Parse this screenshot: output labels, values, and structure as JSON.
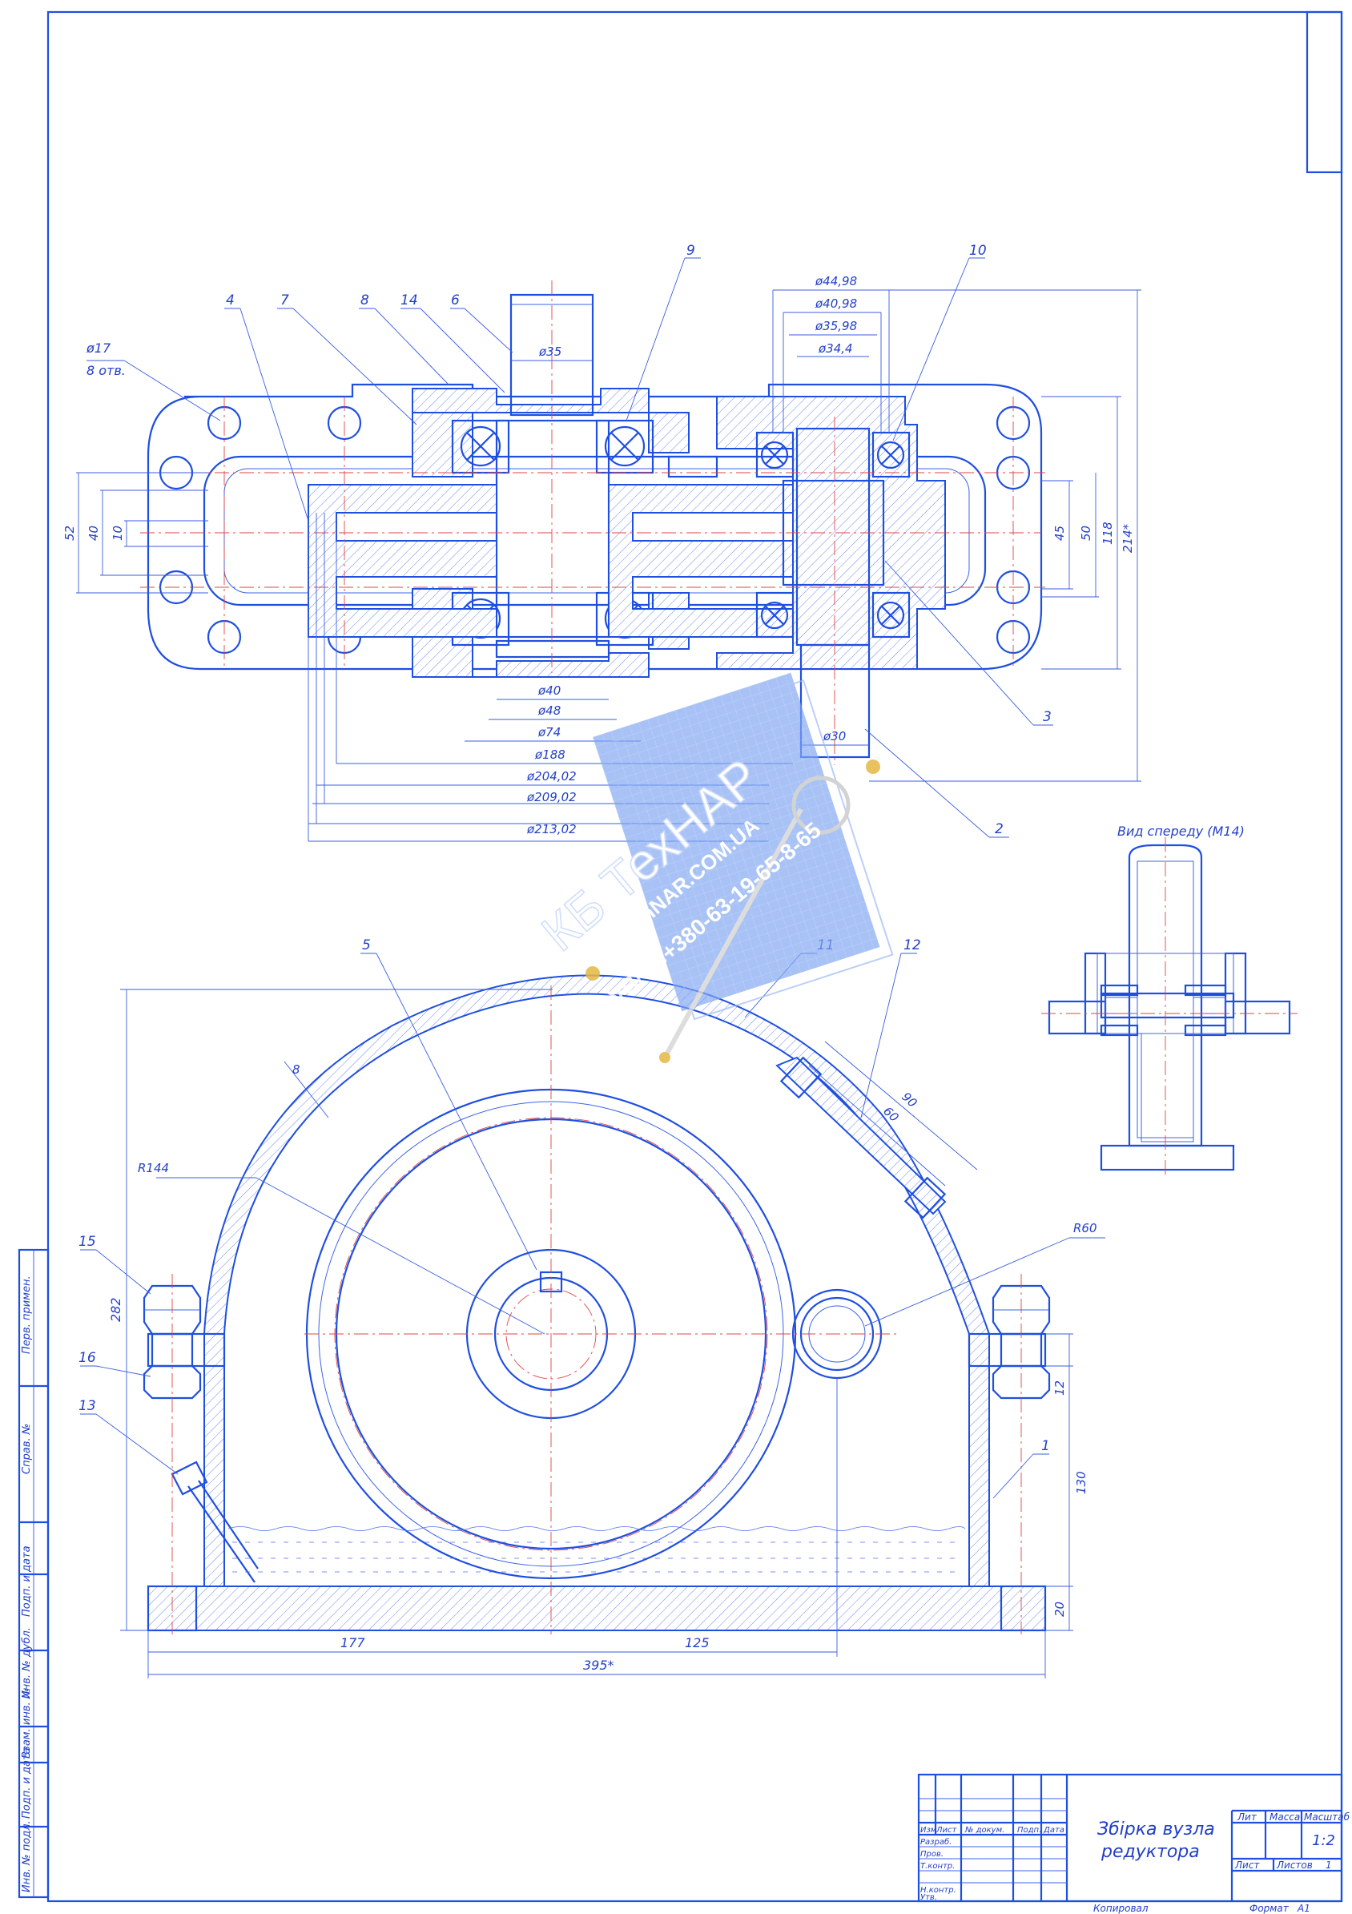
{
  "title_block": {
    "title_line1": "Збірка вузла",
    "title_line2": "редуктора",
    "scale": "1:2",
    "sheet_number": "1",
    "headers": {
      "lit": "Лит",
      "mass": "Масса",
      "scale": "Масштаб",
      "sheet": "Лист",
      "sheets": "Листов"
    },
    "signature_rows": [
      "Изм",
      "Лист",
      "№ докум.",
      "Подп.",
      "Дата"
    ],
    "roles": [
      "Разраб.",
      "Пров.",
      "Т.контр.",
      "Н.контр.",
      "Утв."
    ],
    "copied": "Копировал",
    "format_label": "Формат",
    "format_value": "A1"
  },
  "side_stamps": [
    "Перв. примен.",
    "Справ. №",
    "Подп. и дата",
    "Инв. № дубл.",
    "Взам. инв. №",
    "Подп. и дата",
    "Инв. № подл."
  ],
  "callouts": [
    "1",
    "2",
    "3",
    "4",
    "5",
    "6",
    "7",
    "8",
    "9",
    "10",
    "11",
    "12",
    "13",
    "14",
    "15",
    "16"
  ],
  "dimensions_top": {
    "holes": "ø17",
    "holes_count": "8 отв.",
    "shaft_in": "ø35",
    "outer": [
      "ø44,98",
      "ø40,98",
      "ø35,98",
      "ø34,4"
    ],
    "bottom": [
      "ø40",
      "ø48",
      "ø74",
      "ø188",
      "ø204,02",
      "ø209,02",
      "ø213,02"
    ],
    "shaft_out": "ø30",
    "left_vertical": [
      "52",
      "40",
      "10"
    ],
    "right_vertical": [
      "45",
      "50",
      "118",
      "214*"
    ]
  },
  "dimensions_front": {
    "wall": "8",
    "radius_big": "R144",
    "radius_small": "R60",
    "height": "282",
    "right_vertical": [
      "12",
      "130",
      "20"
    ],
    "cover": [
      "90",
      "60"
    ],
    "horizontal": [
      "177",
      "125",
      "395*"
    ]
  },
  "view_label": "Вид спереду (М14)",
  "watermark": {
    "brand": "КБ ТехНАР",
    "site": "TechNAR.COM.UA",
    "phone": "VB/TG+380-63-19-65-8-65"
  }
}
